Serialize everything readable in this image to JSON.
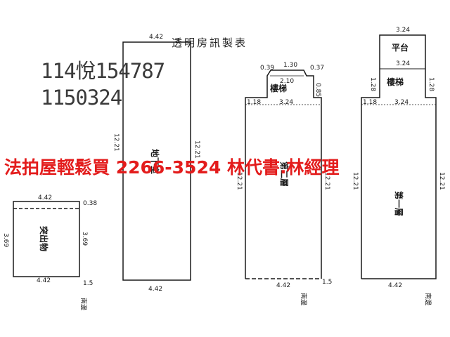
{
  "document": {
    "title": "透明房訊製表",
    "case_number": "114悅154787",
    "case_date": "1150324",
    "promo_text": "法拍屋輕鬆買 2266-3524 林代書.林經理"
  },
  "floor_plans": {
    "outbuilding": {
      "room": "突出物",
      "top": "4.42",
      "left": "3.69",
      "right_a": "0.38",
      "right_b": "3.69",
      "bottom": "4.42",
      "offset": "1.5",
      "note": "南邊"
    },
    "basement": {
      "room": "地下室",
      "top": "4.42",
      "side": "12.21",
      "bottom": "4.42"
    },
    "second_floor": {
      "room": "第二層",
      "stair": "樓梯",
      "top_mid": "1.30",
      "top_left": "0.39",
      "top_right": "0.37",
      "stair_width": "2.10",
      "stair_side": "0.85",
      "step": "1.18",
      "main_top": "3.24",
      "side": "12.21",
      "bottom": "4.42",
      "offset": "1.5",
      "note": "南邊"
    },
    "first_floor": {
      "room": "第一層",
      "platform": "平台",
      "stair": "樓梯",
      "top": "3.24",
      "mid": "3.24",
      "side_a": "1.28",
      "side_b": "1.28",
      "step": "1.18",
      "main_top": "3.24",
      "side": "12.21",
      "bottom": "4.42",
      "note": "南邊"
    }
  },
  "colors": {
    "promo": "#e31c1c",
    "line": "#1a1a1a",
    "overlay": "#3a3a3a"
  }
}
